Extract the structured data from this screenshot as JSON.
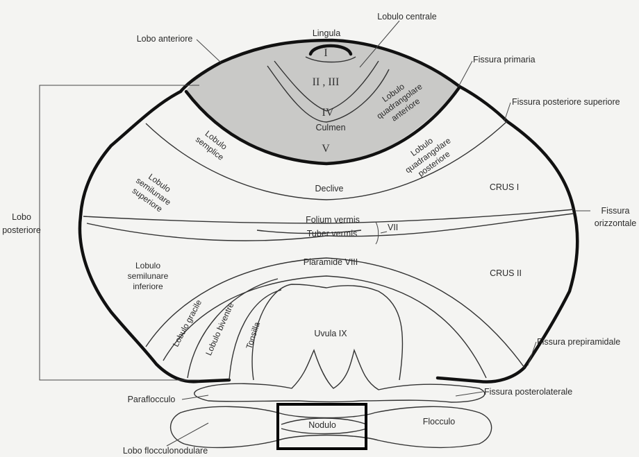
{
  "labels": {
    "lingula": "Lingula",
    "lobulo_centrale": "Lobulo centrale",
    "lobo_anteriore": "Lobo anteriore",
    "fissura_primaria": "Fissura primaria",
    "fissura_posteriore_superiore": "Fissura posteriore superiore",
    "lobulo_quad_ant": [
      "Lobulo",
      "quadrangolare",
      "anteriore"
    ],
    "culmen": "Culmen",
    "lobulo_semplice": [
      "Lobulo",
      "semplice"
    ],
    "lobulo_quad_post": [
      "Lobulo",
      "quadrangolare",
      "posteriore"
    ],
    "lobulo_semilunare_superiore": [
      "Lobulo",
      "semilunare",
      "superiore"
    ],
    "declive": "Declive",
    "crus_i": "CRUS  I",
    "lobo_posteriore": [
      "Lobo",
      "posteriore"
    ],
    "fissura_orizzontale": [
      "Fissura",
      "orizzontale"
    ],
    "folium_vermis": "Folium vermis",
    "tuber_vermis": "Tuber vermis",
    "vii": "VII",
    "piaramide": "Piaramide VIII",
    "lobulo_semilunare_inferiore": [
      "Lobulo",
      "semilunare",
      "inferiore"
    ],
    "crus_ii": "CRUS  II",
    "lobulo_gracile": "Lobulo gracile",
    "lobulo_biventre": "Lobulo biventre",
    "tonsilla": "Tonsilla",
    "uvula": "Uvula IX",
    "fissura_prepiramidale": "Fissura prepiramidale",
    "paraflocculo": "Paraflocculo",
    "fissura_posterolaterale": "Fissura posterolaterale",
    "nodulo": "Nodulo",
    "flocculo": "Flocculo",
    "lobo_flocculonodulare": "Lobo flocculonodulare"
  },
  "roman": {
    "i": "I",
    "ii_iii": "II , III",
    "iv": "IV",
    "v": "V"
  }
}
